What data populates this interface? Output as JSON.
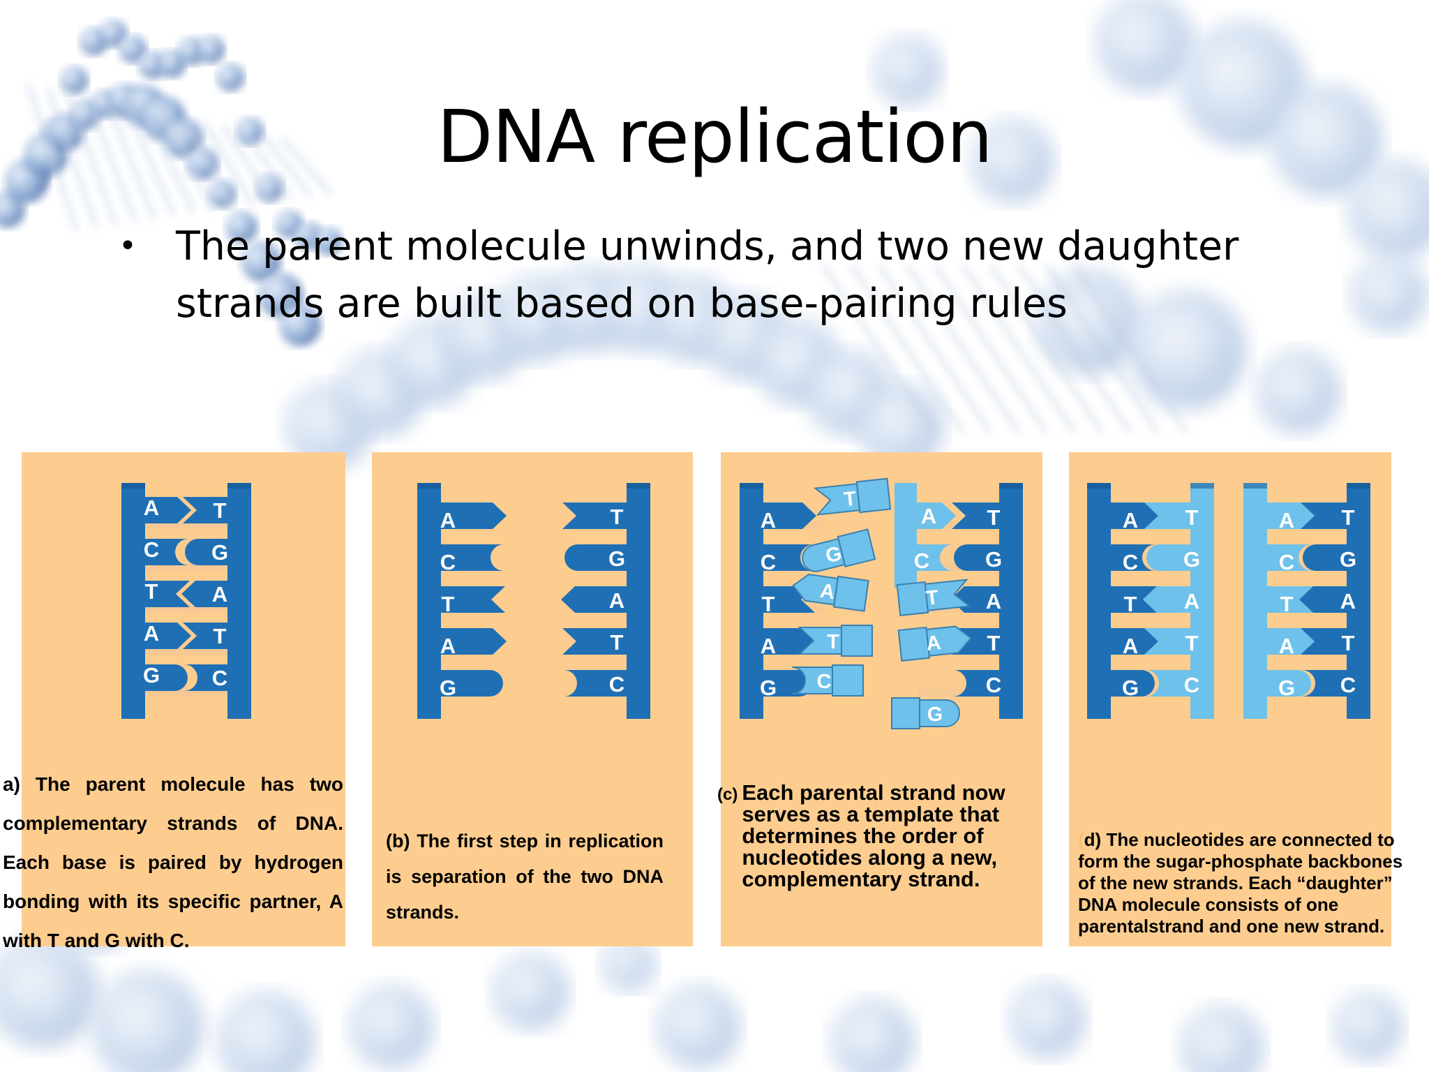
{
  "slide": {
    "title": "DNA replication",
    "bullet": "The parent molecule unwinds, and two new daughter strands are built based on base-pairing rules"
  },
  "colors": {
    "panel_bg": "#fdcd8f",
    "parent_strand": "#1f6fb5",
    "new_strand": "#6ec1ea",
    "rung": "#f6c894"
  },
  "panels": [
    {
      "id": "a",
      "caption_label": "a)",
      "caption": "The parent molecule has two complementary strands of DNA. Each base is paired by hydrogen bonding with its specific partner, A with T and G with C.",
      "left": [
        "A",
        "C",
        "T",
        "A",
        "G"
      ],
      "right": [
        "T",
        "G",
        "A",
        "T",
        "C"
      ]
    },
    {
      "id": "b",
      "caption_label": "(b)",
      "caption": "The first step in replication is separation of the two DNA strands.",
      "left": [
        "A",
        "C",
        "T",
        "A",
        "G"
      ],
      "right": [
        "T",
        "G",
        "A",
        "T",
        "C"
      ]
    },
    {
      "id": "c",
      "caption_label": "(c)",
      "caption": "Each parental strand now serves as a template that determines the order of nucleotides along a new, complementary strand.",
      "left": [
        "A",
        "C",
        "T",
        "A",
        "G"
      ],
      "free_left": [
        "T",
        "G",
        "A",
        "T",
        "C"
      ],
      "free_right": [
        "A",
        "C",
        "T",
        "A",
        "G"
      ],
      "right": [
        "T",
        "G",
        "A",
        "T",
        "C"
      ]
    },
    {
      "id": "d",
      "caption_label": "(",
      "caption_label2": "d)",
      "caption": "The nucleotides are connected to form the sugar-phosphate backbones of the new strands. Each “daughter” DNA molecule consists of one parentalstrand and one new strand.",
      "left1": [
        "A",
        "C",
        "T",
        "A",
        "G"
      ],
      "right1": [
        "T",
        "G",
        "A",
        "T",
        "C"
      ],
      "left2": [
        "A",
        "C",
        "T",
        "A",
        "G"
      ],
      "right2": [
        "T",
        "G",
        "A",
        "T",
        "C"
      ]
    }
  ]
}
